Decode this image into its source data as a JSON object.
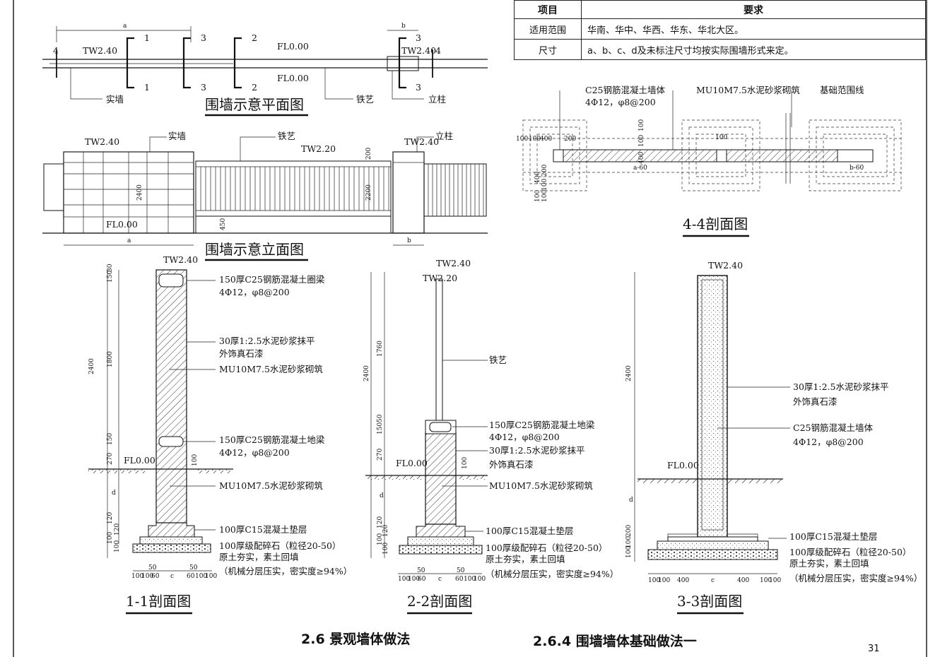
{
  "table": {
    "headers": [
      "项目",
      "要求"
    ],
    "rows": [
      [
        "适用范围",
        "华南、华中、华西、华东、华北大区。"
      ],
      [
        "尺寸",
        "a、b、c、d及未标注尺寸均按实际围墙形式来定。"
      ]
    ]
  },
  "plan": {
    "title": "围墙示意平面图",
    "labels": [
      "TW2.40",
      "FL0.00",
      "FL0.00",
      "TW2.40",
      "实墙",
      "铁艺",
      "立柱"
    ],
    "dims": [
      "a",
      "b"
    ],
    "section_marks": [
      "4",
      "1",
      "3",
      "2",
      "3",
      "4",
      "1",
      "3",
      "2",
      "3"
    ]
  },
  "elevation": {
    "title": "围墙示意立面图",
    "labels": [
      "TW2.40",
      "实墙",
      "铁艺",
      "TW2.20",
      "TW2.40",
      "立柱",
      "FL0.00"
    ],
    "dims": [
      "2400",
      "200",
      "2200",
      "450",
      "a",
      "b"
    ]
  },
  "section44": {
    "title": "4-4剖面图",
    "labels": [
      "C25钢筋混凝土墙体",
      "4Φ12，φ8@200",
      "MU10M7.5水泥砂浆砌筑",
      "基础范围线"
    ],
    "dims": [
      "100",
      "100",
      "400",
      "200",
      "100",
      "100",
      "400",
      "100",
      "a-60",
      "b-60",
      "200",
      "100",
      "100",
      "400",
      "100"
    ]
  },
  "section11": {
    "title": "1-1剖面图",
    "top_label": "TW2.40",
    "ground_label": "FL0.00",
    "notes": [
      "150厚C25钢筋混凝土圈梁",
      "4Φ12，φ8@200",
      "30厚1:2.5水泥砂浆抹平",
      "外饰真石漆",
      "MU10M7.5水泥砂浆砌筑",
      "150厚C25钢筋混凝土地梁",
      "4Φ12，φ8@200",
      "MU10M7.5水泥砂浆砌筑",
      "100厚C15混凝土垫层",
      "100厚级配碎石（粒径20-50）",
      "原土夯实，素土回填",
      "（机械分层压实，密实度≥94%）"
    ],
    "vdims": [
      "150",
      "30",
      "1800",
      "150",
      "270",
      "2400",
      "100",
      "d",
      "120",
      "120",
      "100",
      "100"
    ],
    "hdims": [
      "100",
      "100",
      "60",
      "c",
      "60",
      "100",
      "100",
      "50",
      "50"
    ]
  },
  "section22": {
    "title": "2-2剖面图",
    "top_labels": [
      "TW2.40",
      "TW2.20"
    ],
    "ground_label": "FL0.00",
    "notes": [
      "铁艺",
      "150厚C25钢筋混凝土地梁",
      "4Φ12，φ8@200",
      "30厚1:2.5水泥砂浆抹平",
      "外饰真石漆",
      "MU10M7.5水泥砂浆砌筑",
      "100厚C15混凝土垫层",
      "100厚级配碎石（粒径20-50）",
      "原土夯实，素土回填",
      "（机械分层压实，密实度≥94%）"
    ],
    "vdims": [
      "1760",
      "50",
      "150",
      "270",
      "2400",
      "100",
      "d",
      "120",
      "120",
      "100",
      "100"
    ],
    "hdims": [
      "100",
      "100",
      "60",
      "c",
      "60",
      "100",
      "100",
      "50",
      "50"
    ]
  },
  "section33": {
    "title": "3-3剖面图",
    "top_label": "TW2.40",
    "ground_label": "FL0.00",
    "notes": [
      "30厚1:2.5水泥砂浆抹平",
      "外饰真石漆",
      "C25钢筋混凝土墙体",
      "4Φ12，φ8@200",
      "100厚C15混凝土垫层",
      "100厚级配碎石（粒径20-50）",
      "原土夯实，素土回填",
      "（机械分层压实，密实度≥94%）"
    ],
    "vdims": [
      "2400",
      "d",
      "200",
      "100",
      "100"
    ],
    "hdims": [
      "100",
      "100",
      "400",
      "c",
      "400",
      "100",
      "100"
    ]
  },
  "footer": {
    "title_left": "2.6 景观墙体做法",
    "title_right": "2.6.4 围墙墙体基础做法一",
    "page_number": "31"
  }
}
